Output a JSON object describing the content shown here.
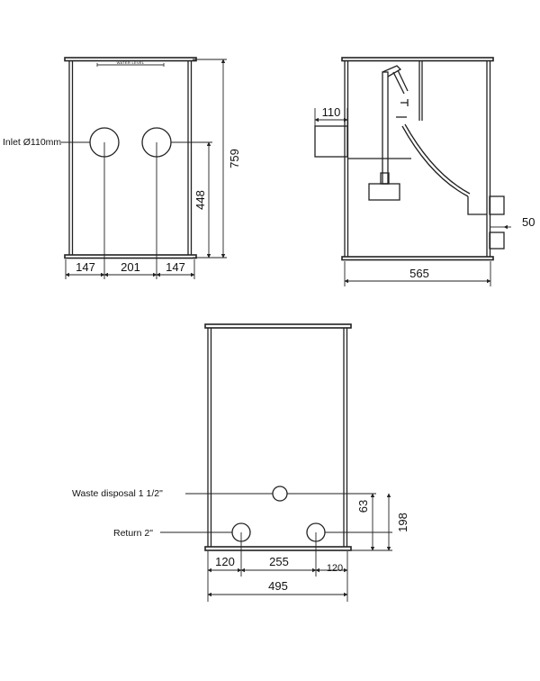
{
  "front_view": {
    "water_level_label": "WATER LEVEL",
    "inlet_label": "Inlet Ø110mm",
    "dim_left": "147",
    "dim_middle": "201",
    "dim_right": "147",
    "dim_inlet_height": "448",
    "dim_total_height": "759"
  },
  "side_view": {
    "dim_inlet_pipe": "110",
    "dim_outlet": "50",
    "dim_depth": "565"
  },
  "back_view": {
    "waste_label": "Waste disposal 1 1/2\"",
    "return_label": "Return 2\"",
    "dim_waste_height": "63",
    "dim_return_height": "198",
    "dim_left": "120",
    "dim_middle": "255",
    "dim_right": "120",
    "dim_width": "495"
  }
}
